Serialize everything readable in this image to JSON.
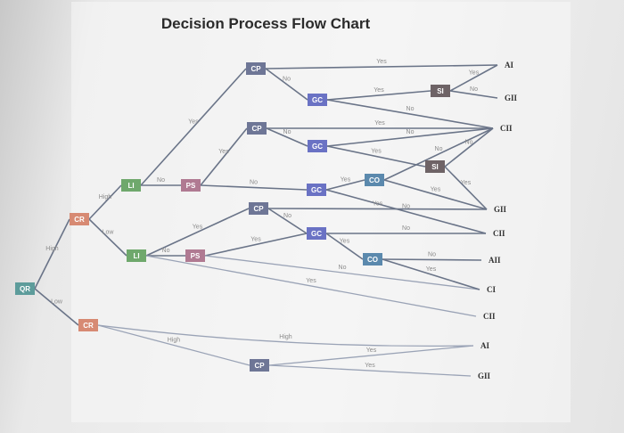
{
  "title": "Decision Process Flow Chart",
  "colors": {
    "QR": "#5d9c9b",
    "CR": "#d78a73",
    "LI": "#6fa86c",
    "PS": "#b07a92",
    "CP": "#6e7696",
    "GC": "#6a72c4",
    "CO": "#5b89ad",
    "SI": "#6e6366"
  },
  "nodes": [
    {
      "id": "qr",
      "label": "QR",
      "type": "QR"
    },
    {
      "id": "cr1",
      "label": "CR",
      "type": "CR"
    },
    {
      "id": "cr2",
      "label": "CR",
      "type": "CR"
    },
    {
      "id": "li1",
      "label": "LI",
      "type": "LI"
    },
    {
      "id": "li2",
      "label": "LI",
      "type": "LI"
    },
    {
      "id": "ps1",
      "label": "PS",
      "type": "PS"
    },
    {
      "id": "ps2",
      "label": "PS",
      "type": "PS"
    },
    {
      "id": "cp1",
      "label": "CP",
      "type": "CP"
    },
    {
      "id": "cp2",
      "label": "CP",
      "type": "CP"
    },
    {
      "id": "cp3",
      "label": "CP",
      "type": "CP"
    },
    {
      "id": "cp4",
      "label": "CP",
      "type": "CP"
    },
    {
      "id": "gc1",
      "label": "GC",
      "type": "GC"
    },
    {
      "id": "gc2",
      "label": "GC",
      "type": "GC"
    },
    {
      "id": "gc3",
      "label": "GC",
      "type": "GC"
    },
    {
      "id": "gc4",
      "label": "GC",
      "type": "GC"
    },
    {
      "id": "co1",
      "label": "CO",
      "type": "CO"
    },
    {
      "id": "co2",
      "label": "CO",
      "type": "CO"
    },
    {
      "id": "si1",
      "label": "SI",
      "type": "SI"
    },
    {
      "id": "si2",
      "label": "SI",
      "type": "SI"
    }
  ],
  "outcomes": [
    {
      "id": "o1",
      "label": "AI"
    },
    {
      "id": "o2",
      "label": "GII"
    },
    {
      "id": "o3",
      "label": "CII"
    },
    {
      "id": "o4",
      "label": "GII"
    },
    {
      "id": "o5",
      "label": "CII"
    },
    {
      "id": "o6",
      "label": "AII"
    },
    {
      "id": "o7",
      "label": "CI"
    },
    {
      "id": "o8",
      "label": "CII"
    },
    {
      "id": "o9",
      "label": "AI"
    },
    {
      "id": "o10",
      "label": "GII"
    }
  ],
  "edges": [
    {
      "from": "qr",
      "to": "cr1",
      "label": "High"
    },
    {
      "from": "qr",
      "to": "cr2",
      "label": "Low"
    },
    {
      "from": "cr1",
      "to": "li1",
      "label": "High"
    },
    {
      "from": "cr1",
      "to": "li2",
      "label": "Low"
    },
    {
      "from": "li1",
      "to": "cp1",
      "label": "Yes"
    },
    {
      "from": "li1",
      "to": "ps1",
      "label": "No"
    },
    {
      "from": "cp1",
      "to": "o1",
      "label": "Yes"
    },
    {
      "from": "cp1",
      "to": "gc1",
      "label": "No"
    },
    {
      "from": "gc1",
      "to": "si1",
      "label": "Yes"
    },
    {
      "from": "gc1",
      "to": "o3",
      "label": "No"
    },
    {
      "from": "si1",
      "to": "o1",
      "label": "Yes"
    },
    {
      "from": "si1",
      "to": "o2",
      "label": "No"
    },
    {
      "from": "ps1",
      "to": "cp2",
      "label": "Yes"
    },
    {
      "from": "ps1",
      "to": "gc3",
      "label": "No"
    },
    {
      "from": "cp2",
      "to": "o3",
      "label": "Yes"
    },
    {
      "from": "cp2",
      "to": "gc2",
      "label": "No"
    },
    {
      "from": "gc2",
      "to": "o3",
      "label": "No"
    },
    {
      "from": "gc2",
      "to": "si2",
      "label": "Yes"
    },
    {
      "from": "si2",
      "to": "o3",
      "label": "No"
    },
    {
      "from": "si2",
      "to": "o4",
      "label": "Yes"
    },
    {
      "from": "gc3",
      "to": "co1",
      "label": "Yes"
    },
    {
      "from": "gc3",
      "to": "o5",
      "label": "No"
    },
    {
      "from": "co1",
      "to": "o3",
      "label": "No"
    },
    {
      "from": "co1",
      "to": "o4",
      "label": "Yes"
    },
    {
      "from": "li2",
      "to": "cp3",
      "label": "Yes"
    },
    {
      "from": "li2",
      "to": "ps2",
      "label": "No"
    },
    {
      "from": "cp3",
      "to": "o4",
      "label": "Yes"
    },
    {
      "from": "cp3",
      "to": "gc4",
      "label": "No"
    },
    {
      "from": "ps2",
      "to": "gc4",
      "label": "Yes"
    },
    {
      "from": "ps2",
      "to": "o7",
      "label": "No"
    },
    {
      "from": "gc4",
      "to": "o5",
      "label": "No"
    },
    {
      "from": "gc4",
      "to": "co2",
      "label": "Yes"
    },
    {
      "from": "co2",
      "to": "o6",
      "label": "No"
    },
    {
      "from": "co2",
      "to": "o7",
      "label": "Yes"
    },
    {
      "from": "li2",
      "to": "o8",
      "label": "Yes"
    },
    {
      "from": "cr2",
      "to": "o9",
      "label": "High"
    },
    {
      "from": "cr2",
      "to": "cp4",
      "label": "High"
    },
    {
      "from": "cp4",
      "to": "o9",
      "label": "Yes"
    },
    {
      "from": "cp4",
      "to": "o10",
      "label": "Yes"
    }
  ]
}
